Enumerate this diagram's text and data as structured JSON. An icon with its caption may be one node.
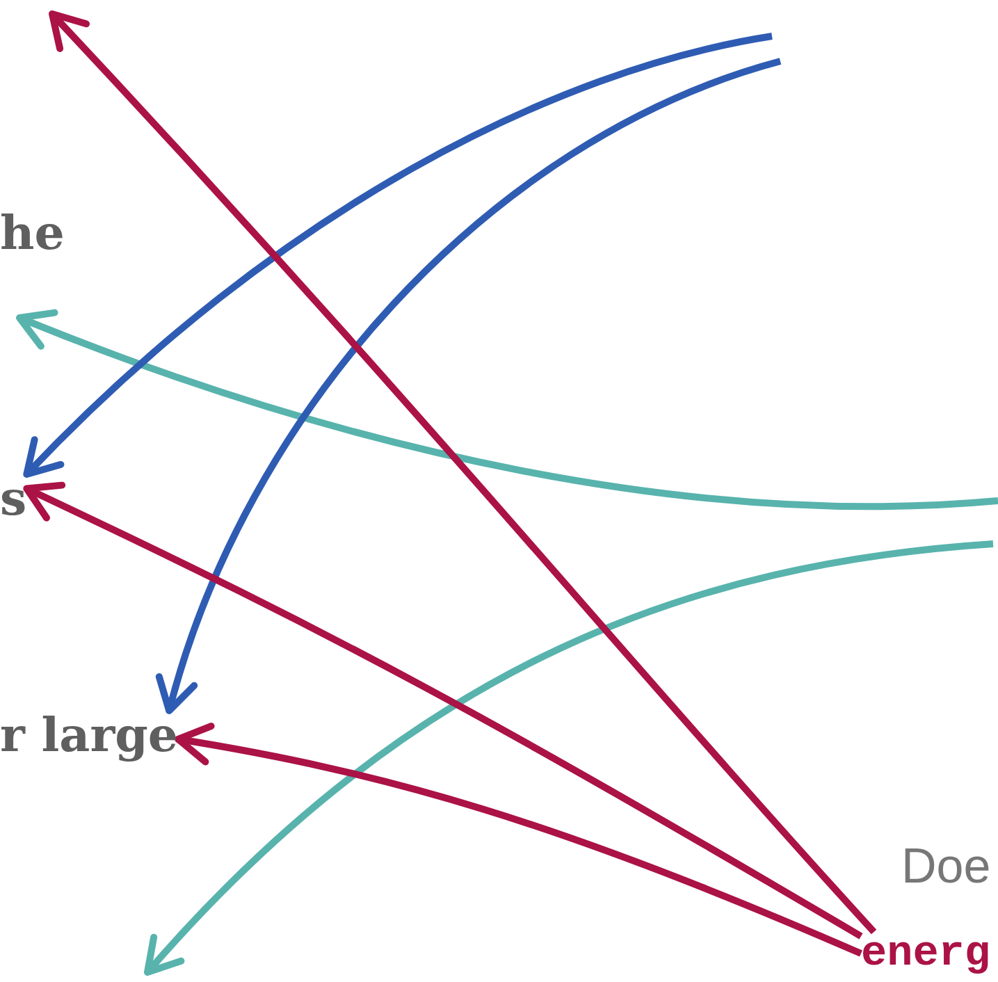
{
  "diagram": {
    "nodes": [
      {
        "text": [
          "he"
        ]
      },
      {
        "text": [
          "s"
        ]
      },
      {
        "text": [
          "r large"
        ]
      },
      {
        "text": [
          "Doe"
        ]
      },
      {
        "text": [
          "energ"
        ]
      }
    ],
    "edges": [
      {
        "from": null,
        "to": 1,
        "arrow": "to",
        "color": "#2f5cb3"
      },
      {
        "from": null,
        "to": 2,
        "arrow": "to",
        "color": "#2f5cb3"
      },
      {
        "from": 4,
        "to": null,
        "arrow": "to"
      },
      {
        "from": 4,
        "to": 1,
        "arrow": "to"
      },
      {
        "from": 4,
        "to": 2,
        "arrow": "to"
      }
    ]
  }
}
